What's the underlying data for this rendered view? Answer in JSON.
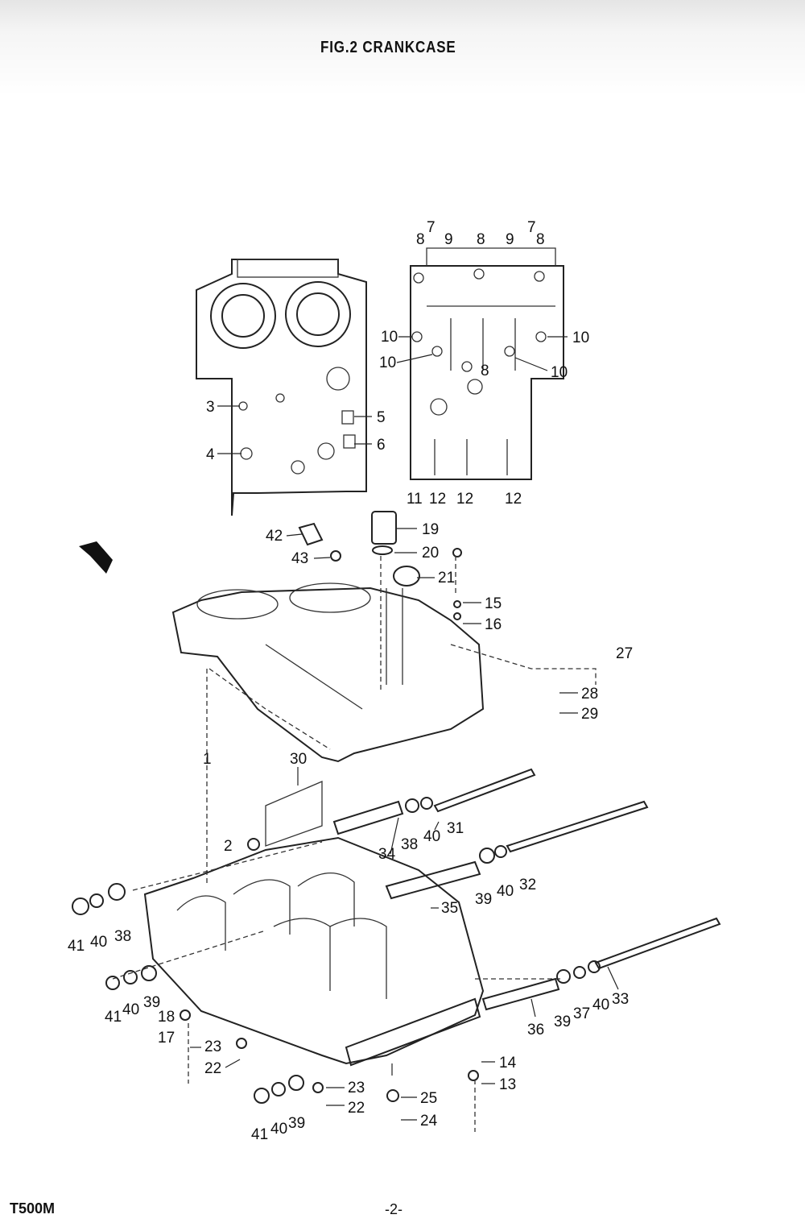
{
  "title": "FIG.2 CRANKCASE",
  "footer": {
    "model": "T500M",
    "page": "-2-"
  },
  "callouts": [
    "1",
    "2",
    "3",
    "4",
    "5",
    "6",
    "7",
    "8",
    "9",
    "10",
    "11",
    "12",
    "13",
    "14",
    "15",
    "16",
    "17",
    "18",
    "19",
    "20",
    "21",
    "22",
    "23",
    "24",
    "25",
    "27",
    "28",
    "29",
    "30",
    "31",
    "32",
    "33",
    "34",
    "35",
    "36",
    "37",
    "38",
    "39",
    "40",
    "41",
    "42",
    "43"
  ],
  "labels": [
    "7",
    "7",
    "8",
    "9",
    "8",
    "9",
    "8",
    "8",
    "10",
    "10",
    "10",
    "10",
    "3",
    "5",
    "6",
    "4",
    "11",
    "12",
    "12",
    "12",
    "42",
    "19",
    "20",
    "43",
    "21",
    "15",
    "16",
    "27",
    "28",
    "29",
    "30",
    "1",
    "2",
    "31",
    "34",
    "38",
    "40",
    "32",
    "35",
    "39",
    "40",
    "41",
    "40",
    "38",
    "41",
    "40",
    "39",
    "18",
    "17",
    "23",
    "22",
    "36",
    "39",
    "37",
    "40",
    "33",
    "14",
    "13",
    "23",
    "22",
    "25",
    "24",
    "41",
    "40",
    "39"
  ],
  "colors": {
    "ink": "#111111",
    "paper": "#ffffff"
  }
}
